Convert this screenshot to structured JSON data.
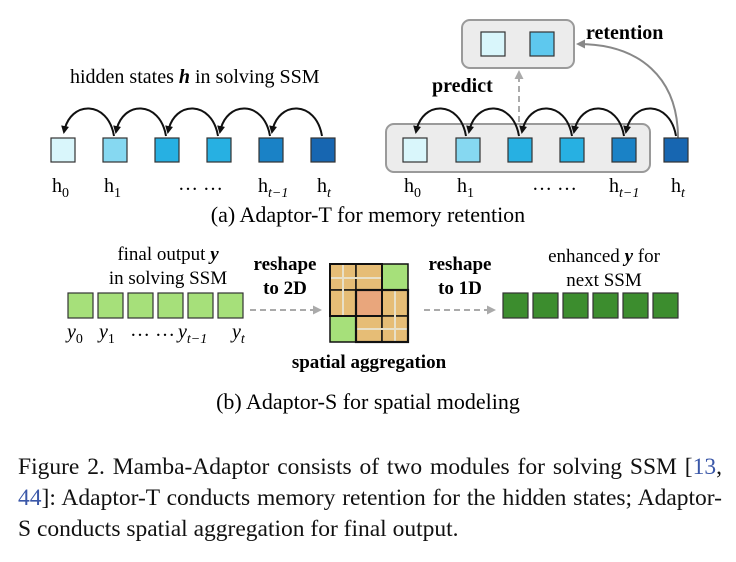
{
  "panel_a": {
    "title": "(a) Adaptor-T for memory retention",
    "hidden_states_label_pre": "hidden states ",
    "hidden_states_label_sym": "h",
    "hidden_states_label_post": " in solving SSM",
    "predict_label": "predict",
    "retention_label": "retention",
    "state_labels": [
      "h0",
      "h1",
      "…  …",
      "ht−1",
      "ht"
    ],
    "state_labels_right": [
      "h0",
      "h1",
      "…  …",
      "ht−1",
      "ht"
    ]
  },
  "panel_b": {
    "title": "(b) Adaptor-S for spatial modeling",
    "final_output_line1_pre": "final output ",
    "final_output_line1_sym": "y",
    "final_output_line2": "in solving SSM",
    "reshape2d_line1": "reshape",
    "reshape2d_line2": "to 2D",
    "reshape1d_line1": "reshape",
    "reshape1d_line2": "to 1D",
    "enhanced_line1_pre": "enhanced ",
    "enhanced_line1_sym": "y",
    "enhanced_line1_post": " for",
    "enhanced_line2": "next SSM",
    "spatial_label": "spatial aggregation",
    "y_labels": [
      "y0",
      "y1",
      "…  …",
      "yt−1",
      "yt"
    ]
  },
  "caption": {
    "prefix": "Figure 2.  Mamba-Adaptor consists of two modules for solving SSM [",
    "cite1": "13",
    "sep": ", ",
    "cite2": "44",
    "suffix": "]: Adaptor-T conducts memory retention for the hidden states; Adaptor-S conducts spatial aggregation for final output."
  },
  "colors": {
    "h_light": "#d9f6fb",
    "h_mid": "#86d8f1",
    "h_blue": "#27b0e2",
    "h_dark": "#1a82c6",
    "h_darkest": "#1766b1",
    "y_light": "#a6e07a",
    "y_dark": "#3c8d2e",
    "grid_tan": "#e6bd76",
    "grid_orange": "#e9a67c",
    "box_gray": "#ececec"
  }
}
